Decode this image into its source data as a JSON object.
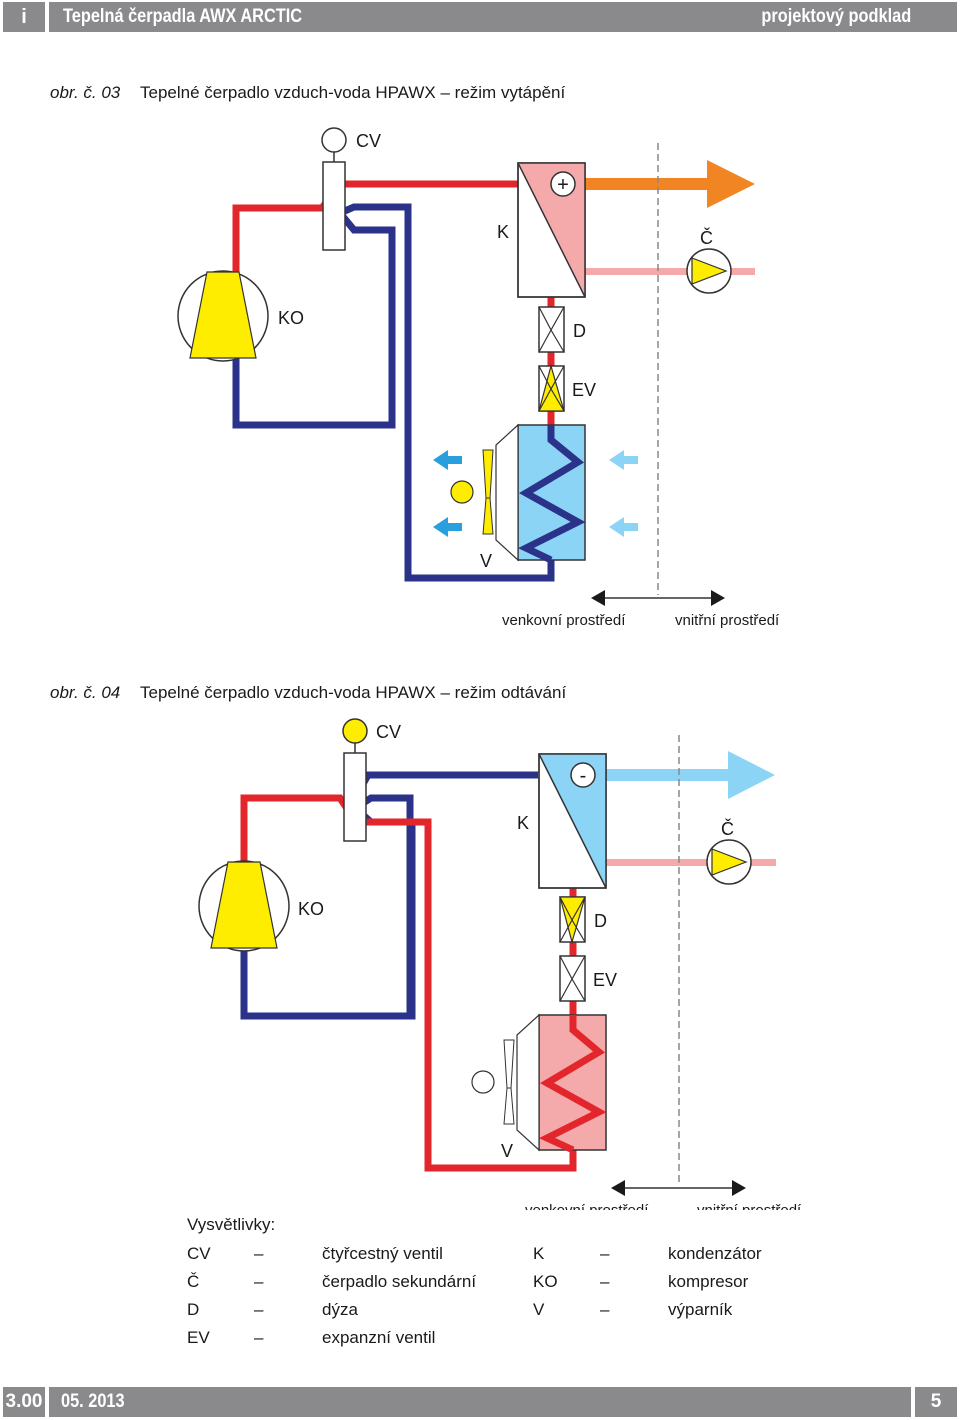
{
  "header": {
    "icon_label": "i",
    "title": "Tepelná čerpadla AWX ARCTIC",
    "right_label": "projektový podklad"
  },
  "figures": [
    {
      "number": "obr. č. 03",
      "title": "Tepelné čerpadlo vzduch-voda HPAWX – režim vytápění",
      "labels": {
        "cv": "CV",
        "k": "K",
        "c": "Č",
        "ko": "KO",
        "d": "D",
        "ev": "EV",
        "v": "V",
        "sign": "+"
      },
      "zone_outdoor": "venkovní prostředí",
      "zone_indoor": "vnitřní prostředí",
      "colors": {
        "hot": "#e3262b",
        "cold": "#2a3389",
        "output": "#f18523",
        "return": "#f4aaab",
        "condenser": "#f4aaab",
        "evaporator": "#8cd4f5",
        "air_in": "#8cd4f5",
        "air_out": "#2a9fdd"
      }
    },
    {
      "number": "obr. č. 04",
      "title": "Tepelné čerpadlo vzduch-voda HPAWX – režim odtávání",
      "labels": {
        "cv": "CV",
        "k": "K",
        "c": "Č",
        "ko": "KO",
        "d": "D",
        "ev": "EV",
        "v": "V",
        "sign": "-"
      },
      "zone_outdoor": "venkovní prostředí",
      "zone_indoor": "vnitřní prostředí",
      "colors": {
        "hot": "#e3262b",
        "cold": "#2a3389",
        "output": "#8cd4f5",
        "return": "#f4aaab",
        "condenser": "#8cd4f5",
        "evaporator": "#f4aaab"
      }
    }
  ],
  "legend": {
    "title": "Vysvětlivky:",
    "dash": "–",
    "left": [
      {
        "abbr": "CV",
        "desc": "čtyřcestný ventil"
      },
      {
        "abbr": "Č",
        "desc": "čerpadlo sekundární"
      },
      {
        "abbr": "D",
        "desc": "dýza"
      },
      {
        "abbr": "EV",
        "desc": "expanzní ventil"
      }
    ],
    "right": [
      {
        "abbr": "K",
        "desc": "kondenzátor"
      },
      {
        "abbr": "KO",
        "desc": "kompresor"
      },
      {
        "abbr": "V",
        "desc": "výparník"
      }
    ]
  },
  "footer": {
    "section": "3.00",
    "date": "05. 2013",
    "page": "5"
  }
}
